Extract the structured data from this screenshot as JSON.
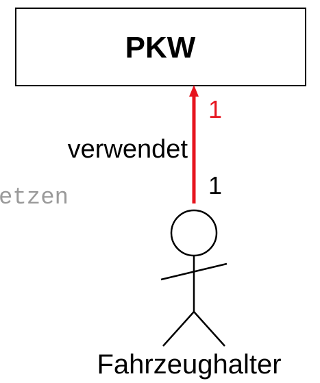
{
  "class_box": {
    "label": "PKW"
  },
  "association": {
    "label": "verwendet",
    "multiplicity_top": "1",
    "multiplicity_bottom": "1",
    "color": "#e6141e"
  },
  "background_text": {
    "fragment": "etzen"
  },
  "actor": {
    "label": "Fahrzeughalter"
  }
}
